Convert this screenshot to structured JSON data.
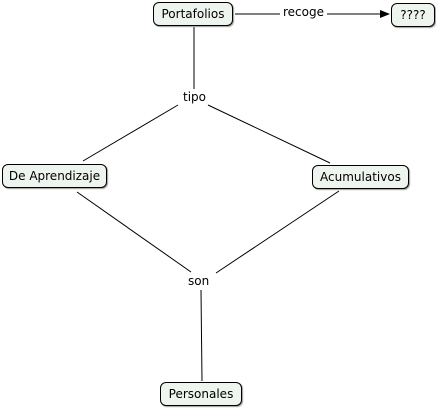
{
  "colors": {
    "node_fill": "#eef4ee",
    "node_border": "#000000",
    "line": "#000000",
    "background": "#ffffff"
  },
  "concepts": {
    "portafolios": "Portafolios",
    "unknown": "????",
    "de_aprendizaje": "De Aprendizaje",
    "acumulativos": "Acumulativos",
    "personales": "Personales"
  },
  "linking_phrases": {
    "recoge": "recoge",
    "tipo": "tipo",
    "son": "son"
  },
  "connections": [
    {
      "from": "Portafolios",
      "via": "recoge",
      "to": "????"
    },
    {
      "from": "Portafolios",
      "via": "tipo",
      "to": "De Aprendizaje"
    },
    {
      "from": "Portafolios",
      "via": "tipo",
      "to": "Acumulativos"
    },
    {
      "from": "De Aprendizaje",
      "via": "son",
      "to": "Personales"
    },
    {
      "from": "Acumulativos",
      "via": "son",
      "to": "Personales"
    }
  ]
}
